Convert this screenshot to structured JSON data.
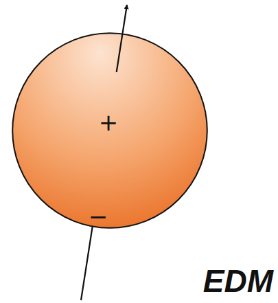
{
  "diagram": {
    "nodes": [
      {
        "text": [
          "+",
          "−"
        ]
      }
    ],
    "labels": [
      "EDM"
    ]
  }
}
